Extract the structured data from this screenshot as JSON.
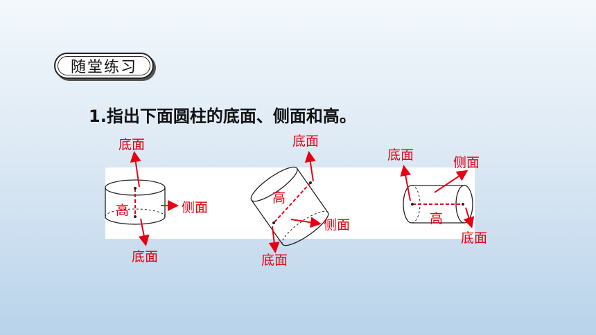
{
  "section_badge": "随堂练习",
  "question": "1.指出下面圆柱的底面、侧面和高。",
  "figure1": {
    "top_label": "底面",
    "side_label": "侧面",
    "bottom_label": "底面",
    "height_label": "高"
  },
  "figure2": {
    "top_label": "底面",
    "side_label": "侧面",
    "bottom_label": "底面",
    "height_label": "高"
  },
  "figure3": {
    "left_label": "底面",
    "side_label": "侧面",
    "right_label": "底面",
    "height_label": "高"
  },
  "colors": {
    "label_red": "#e60012",
    "arrow_red": "#e60012"
  }
}
